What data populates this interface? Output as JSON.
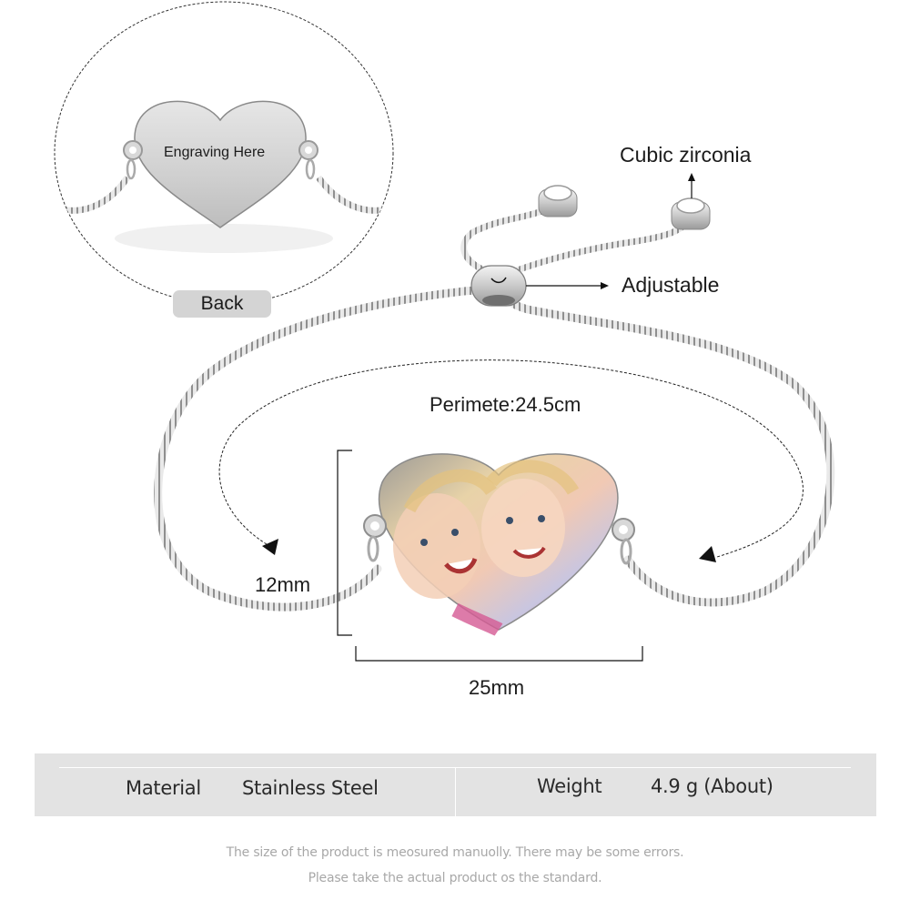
{
  "back_view": {
    "engraving_text": "Engraving Here",
    "button_label": "Back"
  },
  "callouts": {
    "stone": "Cubic zirconia",
    "clasp": "Adjustable",
    "perimeter": "Perimete:24.5cm",
    "height": "12mm",
    "width": "25mm"
  },
  "specs": [
    {
      "key": "Material",
      "value": "Stainless Steel"
    },
    {
      "key": "Weight",
      "value": "4.9 g (About)"
    }
  ],
  "notes": [
    "The size of the product is meosured manuolly. There may be some errors.",
    "Please take the actual product os the standard."
  ],
  "colors": {
    "background": "#ffffff",
    "spec_band": "#e3e3e3",
    "button_bg": "#d4d4d4",
    "note_text": "#a8a8a8",
    "silver": "#c8c8c8"
  }
}
